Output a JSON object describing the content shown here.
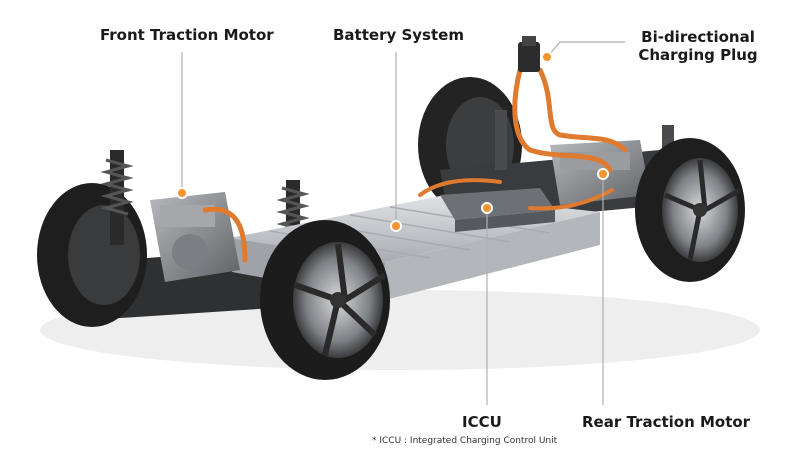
{
  "colors": {
    "accent": "#f2942f",
    "text": "#1a1a1a",
    "leader": "#b0b0b0",
    "battery": "#c4c6ca",
    "tire": "#1e1e1e",
    "motor": "#8a8d92",
    "cable": "#e07a2e"
  },
  "labels": {
    "front_motor": "Front Traction Motor",
    "battery": "Battery System",
    "plug_line1": "Bi-directional",
    "plug_line2": "Charging Plug",
    "iccu": "ICCU",
    "rear_motor": "Rear Traction Motor"
  },
  "footnote": "* ICCU : Integrated Charging Control Unit",
  "icons": {
    "marker": "callout-dot-icon",
    "wheel": "wheel-icon"
  }
}
